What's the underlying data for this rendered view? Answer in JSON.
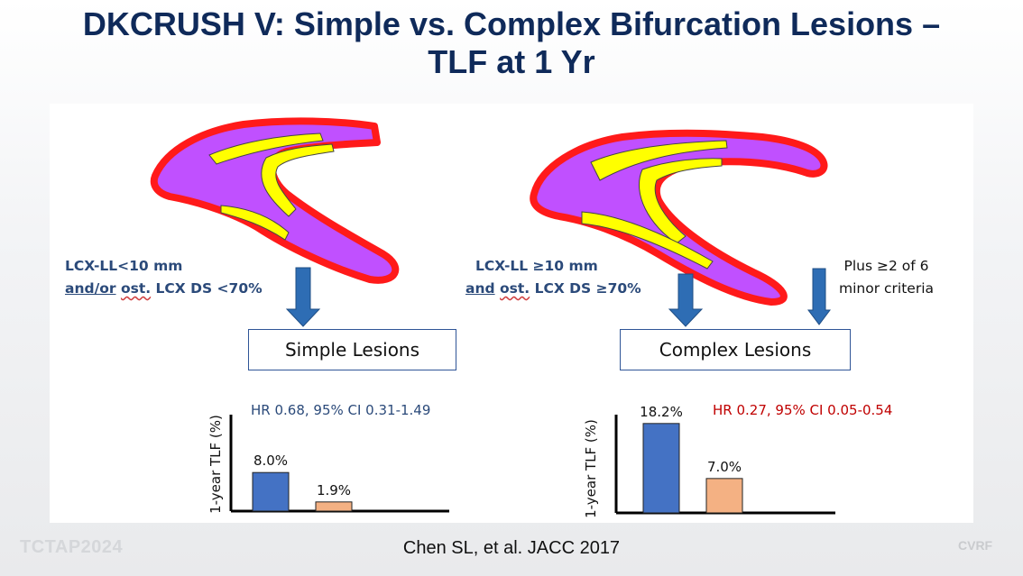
{
  "title": {
    "line1": "DKCRUSH V: Simple vs. Complex Bifurcation Lesions –",
    "line2": "TLF at 1 Yr"
  },
  "left": {
    "criteria_line1": "LCX-LL<10 mm",
    "criteria_and": "and/or",
    "criteria_ost": "ost.",
    "criteria_rest": " LCX DS <70%",
    "box_label": "Simple Lesions",
    "hr_text": "HR 0.68, 95% CI 0.31-1.49",
    "hr_color": "#2b4a7a"
  },
  "right": {
    "criteria_line1": "LCX-LL ≥10 mm",
    "criteria_and": "and",
    "criteria_ost": "ost.",
    "criteria_rest": " LCX DS ≥70%",
    "plus_line1": "Plus ≥2 of 6",
    "plus_line2": "minor criteria",
    "box_label": "Complex Lesions",
    "hr_text": "HR 0.27, 95% CI 0.05-0.54",
    "hr_color": "#c00000"
  },
  "citation": "Chen SL, et al. JACC 2017",
  "logo_left": "TCTAP2024",
  "logo_right": "CVRF",
  "colors": {
    "title": "#0f2a5a",
    "vessel_outline": "#ff1a1a",
    "vessel_fill": "#c050ff",
    "plaque": "#ffff00",
    "arrow": "#2e6db4",
    "bar_group1": "#4472c4",
    "bar_group2": "#f4b183"
  },
  "chart_data": [
    {
      "type": "bar",
      "ylabel": "1-year TLF (%)",
      "values": [
        8.0,
        1.9
      ],
      "labels": [
        "8.0%",
        "1.9%"
      ],
      "colors": [
        "#4472c4",
        "#f4b183"
      ],
      "ylim": [
        0,
        20
      ]
    },
    {
      "type": "bar",
      "ylabel": "1-year TLF (%)",
      "values": [
        18.2,
        7.0
      ],
      "labels": [
        "18.2%",
        "7.0%"
      ],
      "colors": [
        "#4472c4",
        "#f4b183"
      ],
      "ylim": [
        0,
        20
      ]
    }
  ]
}
